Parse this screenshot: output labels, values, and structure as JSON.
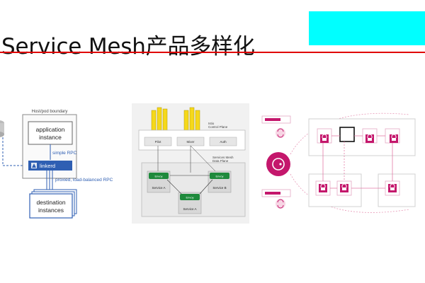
{
  "slide": {
    "title": "Service Mesh产品多样化",
    "colors": {
      "title_rule": "#e00000",
      "accent_box": "#00ffff",
      "linkerd_blue": "#2f5fb3",
      "istio_green": "#1e8a3c",
      "istio_yellow": "#f5d81a",
      "mesh_magenta": "#c4176c"
    }
  },
  "linkerd_diagram": {
    "boundary_label": "Host/pod boundary",
    "app_box_label_line1": "application",
    "app_box_label_line2": "instance",
    "rpc_label": "simple RPC",
    "proxy_label": "linkerd",
    "lb_label": "proxied, load-balanced RPC",
    "dest_box_label_line1": "destination",
    "dest_box_label_line2": "instances",
    "icons": [
      "database-icon",
      "linkerd-logo-icon"
    ]
  },
  "istio_diagram": {
    "control_plane_title_line1": "Istio",
    "control_plane_title_line2": "Control Plane",
    "control_components": [
      "Pilot",
      "Mixer",
      "Auth"
    ],
    "data_plane_title_line1": "Services Mesh",
    "data_plane_title_line2": "Data Plane",
    "proxy_label": "Envoy",
    "services": [
      "Service A",
      "Service B",
      "Service A"
    ]
  },
  "mesh_diagram": {
    "icons": [
      "control-plane-hexagon-icon",
      "sync-icon",
      "lock-icon",
      "config-card-icon"
    ],
    "style": "magenta sidecar lock badges connected by pink arrows"
  }
}
